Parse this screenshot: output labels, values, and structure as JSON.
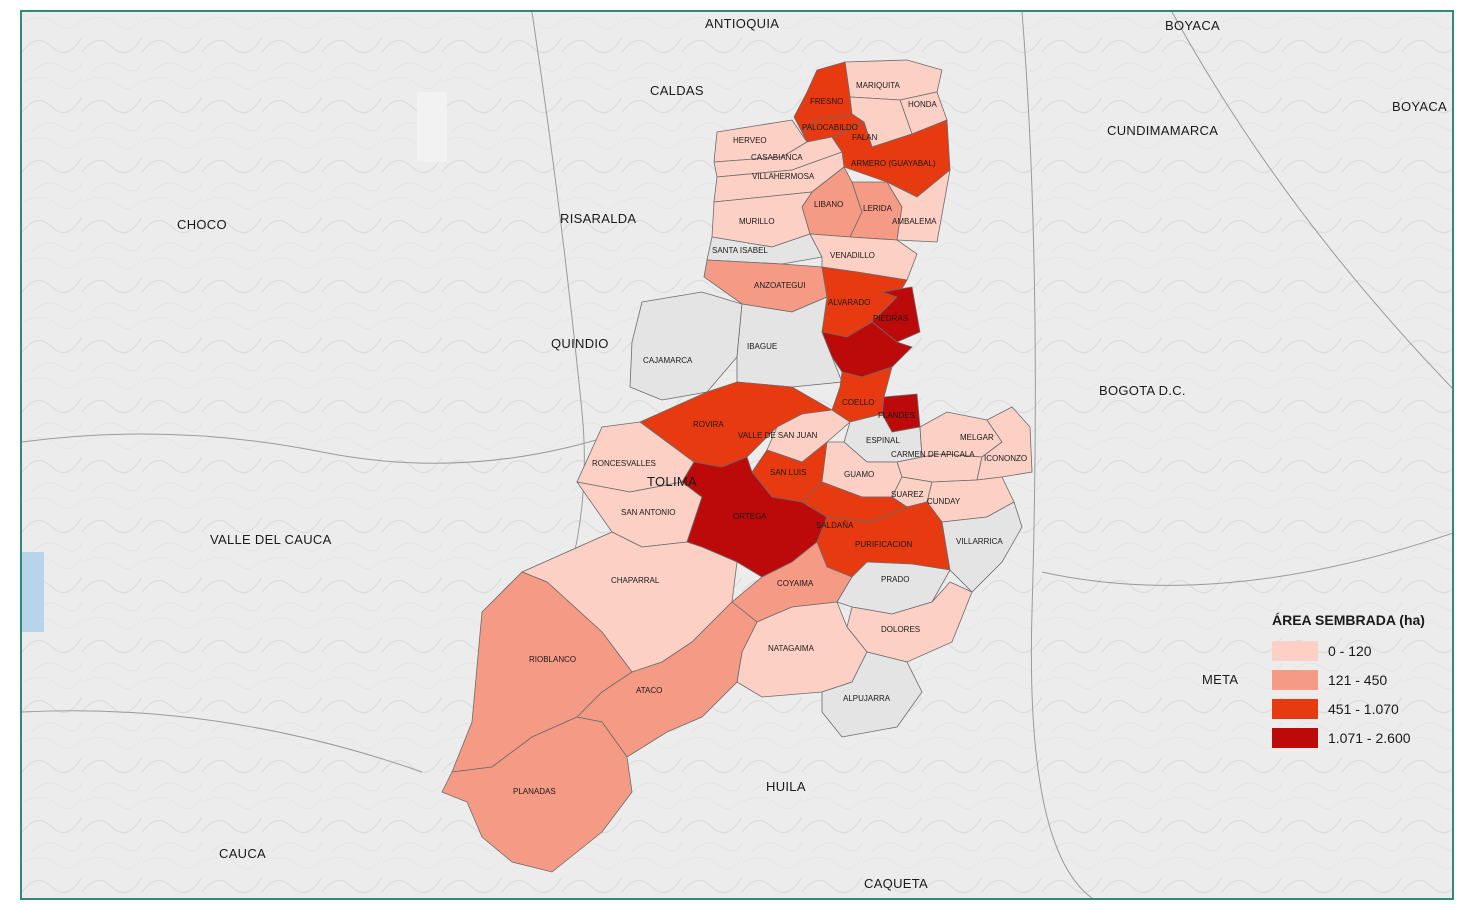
{
  "colors": {
    "class1": "#fdd0c6",
    "class2": "#f59a85",
    "class3": "#e83a10",
    "class4": "#bc0a0a",
    "nodata": "#e4e4e4",
    "frame": "#2e8b7a"
  },
  "departments": {
    "antioquia": "ANTIOQUIA",
    "boyaca_top": "BOYACA",
    "boyaca_right": "BOYACA",
    "caldas": "CALDAS",
    "cundinamarca": "CUNDIMAMARCA",
    "choco": "CHOCO",
    "risaralda": "RISARALDA",
    "quindio": "QUINDIO",
    "bogota": "BOGOTA D.C.",
    "tolima": "TOLIMA",
    "valle": "VALLE DEL CAUCA",
    "meta": "META",
    "huila": "HUILA",
    "cauca": "CAUCA",
    "caqueta": "CAQUETA"
  },
  "municipalities": {
    "mariquita": "MARIQUITA",
    "fresno": "FRESNO",
    "honda": "HONDA",
    "palocabildo": "PALOCABILDO",
    "falan": "FALAN",
    "herveo": "HERVEO",
    "casabianca": "CASABIANCA",
    "armero": "ARMERO (GUAYABAL)",
    "villahermosa": "VILLAHERMOSA",
    "libano": "LIBANO",
    "lerida": "LERIDA",
    "murillo": "MURILLO",
    "ambalema": "AMBALEMA",
    "santa_isabel": "SANTA ISABEL",
    "venadillo": "VENADILLO",
    "anzoategui": "ANZOATEGUI",
    "alvarado": "ALVARADO",
    "piedras": "PIEDRAS",
    "cajamarca": "CAJAMARCA",
    "ibague": "IBAGUE",
    "coello": "COELLO",
    "flandes": "FLANDES",
    "rovira": "ROVIRA",
    "valle_san_juan": "VALLE DE SAN JUAN",
    "espinal": "ESPINAL",
    "melgar": "MELGAR",
    "carmen_apicala": "CARMEN DE APICALA",
    "icononzo": "ICONONZO",
    "roncesvalles": "RONCESVALLES",
    "san_luis": "SAN LUIS",
    "guamo": "GUAMO",
    "suarez": "SUAREZ",
    "cunday": "CUNDAY",
    "san_antonio": "SAN ANTONIO",
    "ortega": "ORTEGA",
    "saldana": "SALDAÑA",
    "purificacion": "PURIFICACION",
    "villarrica": "VILLARRICA",
    "chaparral": "CHAPARRAL",
    "coyaima": "COYAIMA",
    "prado": "PRADO",
    "dolores": "DOLORES",
    "natagaima": "NATAGAIMA",
    "rioblanco": "RIOBLANCO",
    "ataco": "ATACO",
    "alpujarra": "ALPUJARRA",
    "planadas": "PLANADAS"
  },
  "legend": {
    "title": "ÁREA SEMBRADA (ha)",
    "items": [
      {
        "label": "0 - 120",
        "class": 1
      },
      {
        "label": "121 - 450",
        "class": 2
      },
      {
        "label": "451 - 1.070",
        "class": 3
      },
      {
        "label": "1.071 - 2.600",
        "class": 4
      }
    ]
  }
}
